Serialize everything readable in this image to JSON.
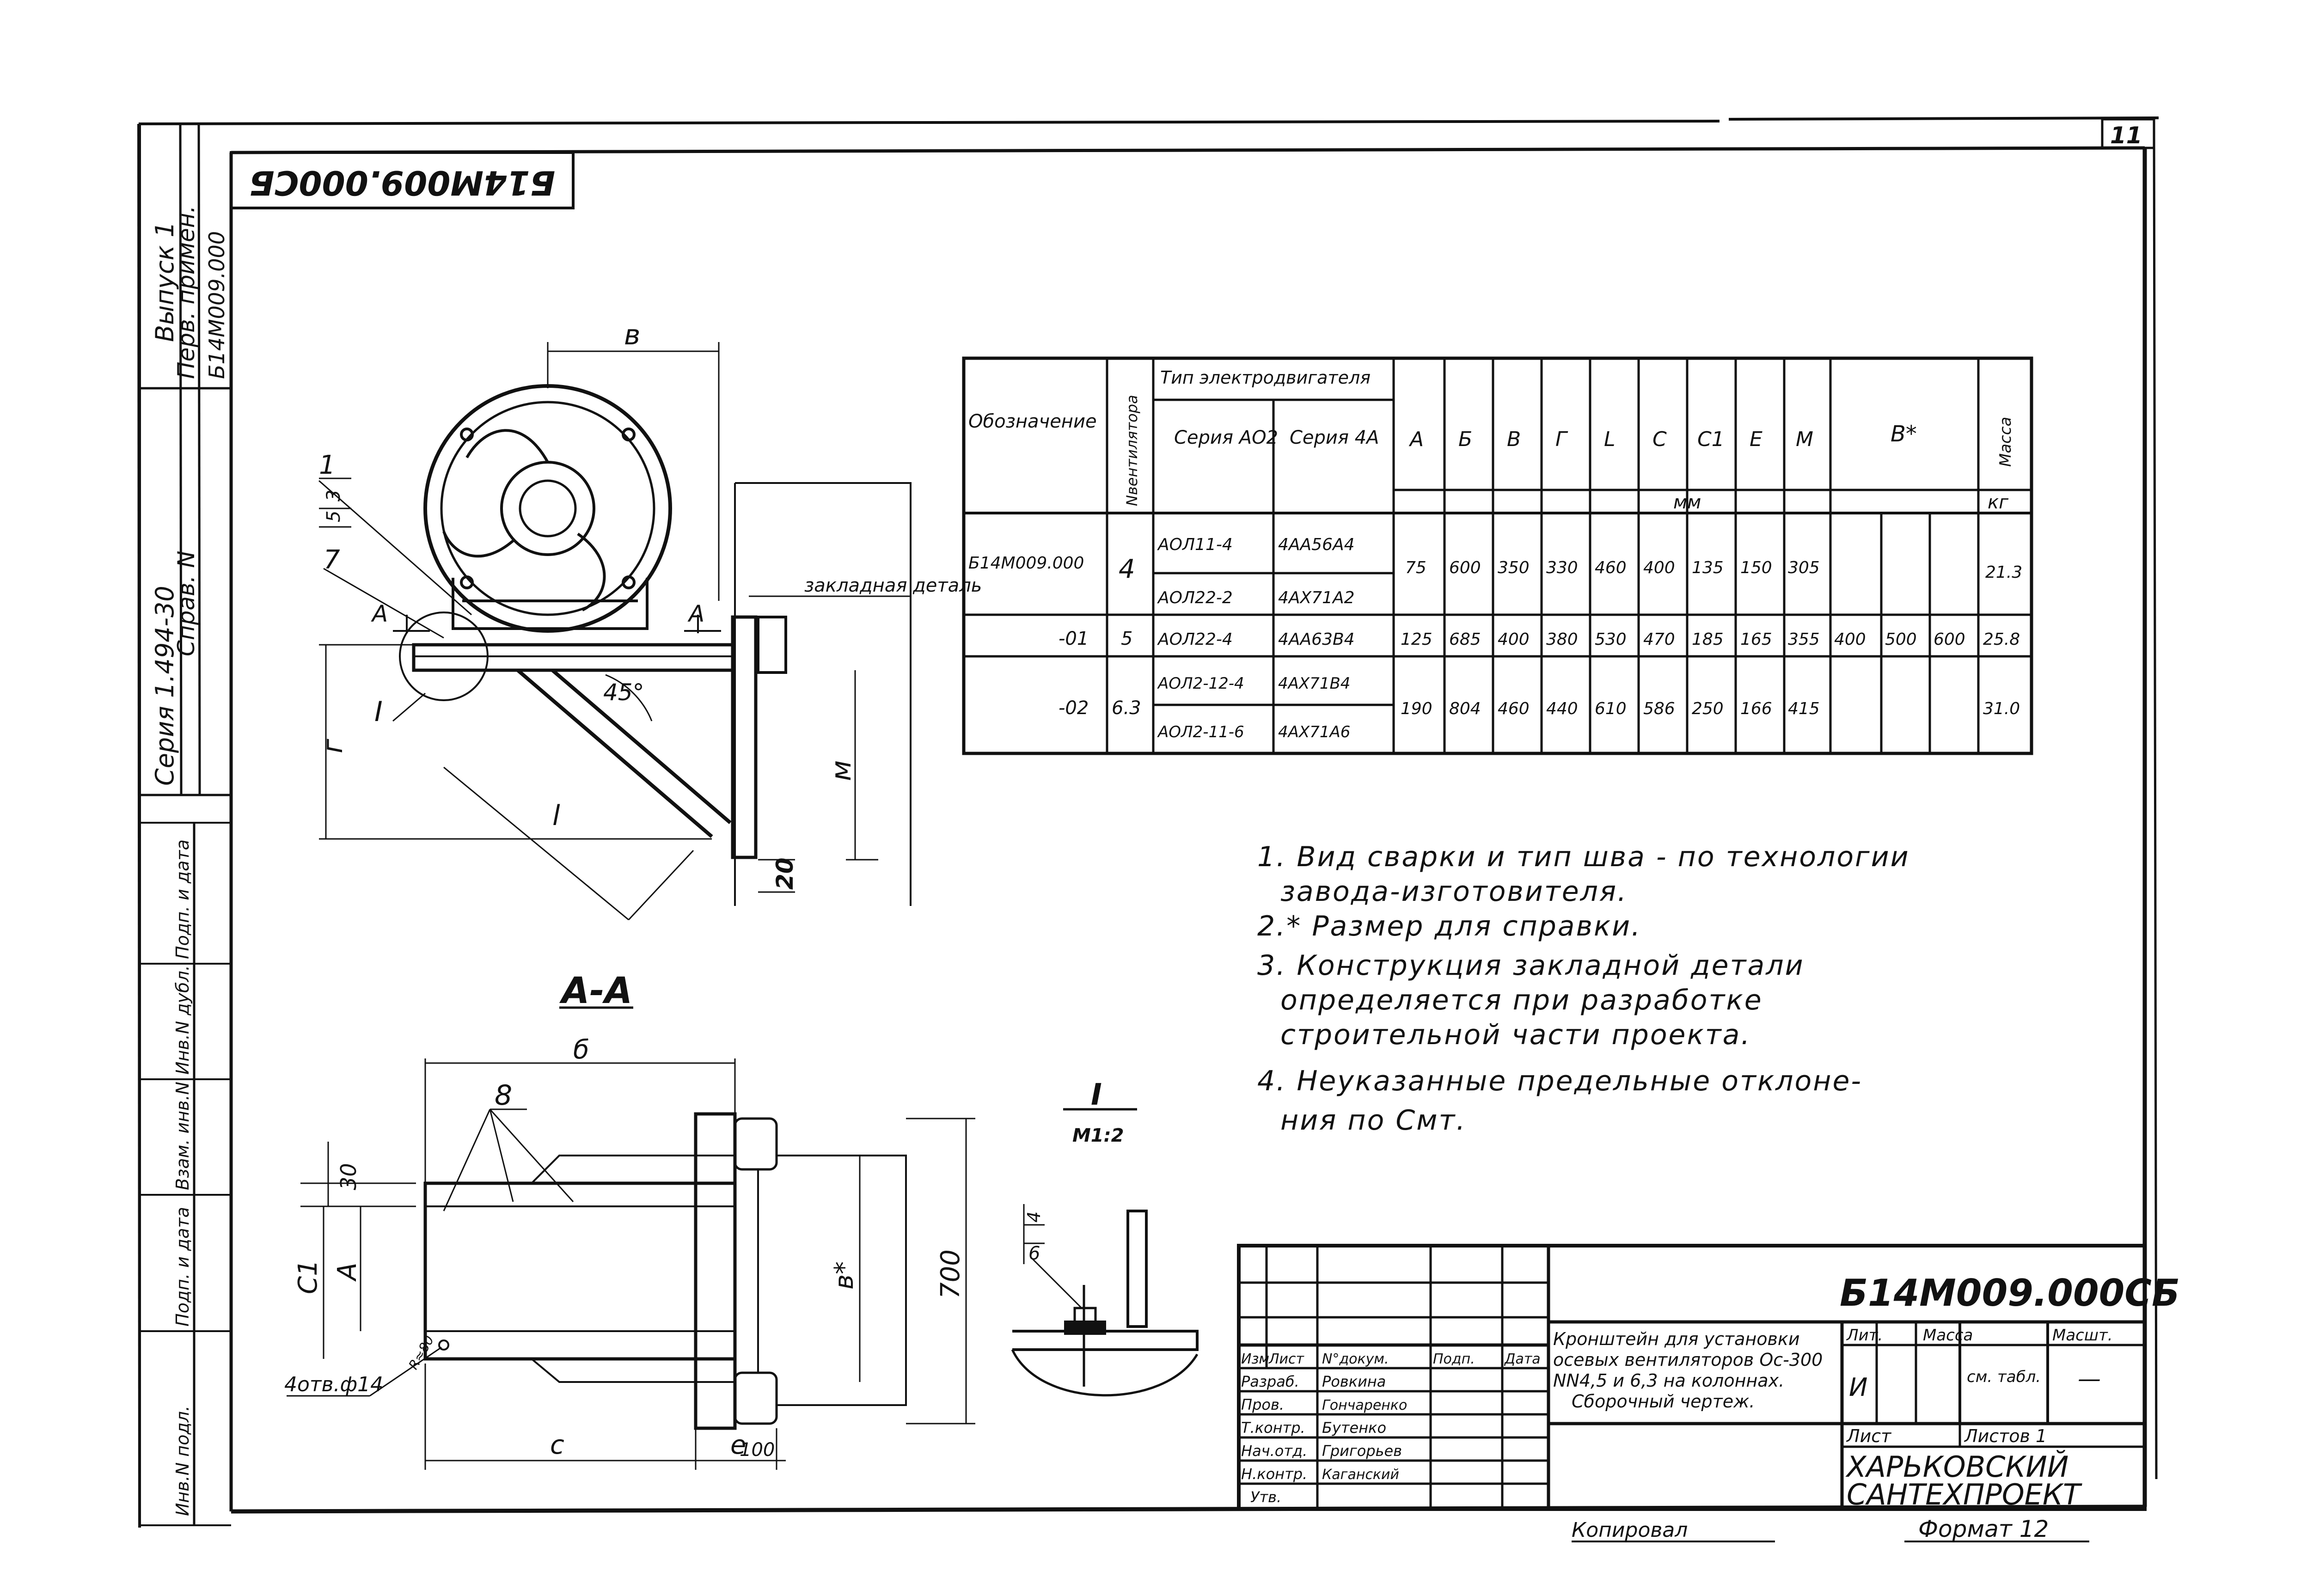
{
  "sheet_number": "11",
  "rotated_code": "Б14М009.000СБ",
  "left_strip": {
    "series": "Серия 1.494-30",
    "issue": "Выпуск 1",
    "first_used_label": "Перв. примен.",
    "first_used_value": "Б14М009.000",
    "ref_label": "Справ. N"
  },
  "left_stamp_labels": [
    "Инв.N подл.",
    "Подп. и дата",
    "Взам. инв.N",
    "Инв.N дубл.",
    "Подп. и дата"
  ],
  "drawing": {
    "dim_v": "в",
    "dim_g": "г",
    "dim_m": "м",
    "dim_l": "l",
    "dim_20": "20",
    "angle": "45°",
    "pos_1": "1",
    "pos_7": "7",
    "pos_8": "8",
    "weld_mark_a": "3",
    "weld_mark_b": "5",
    "section_mark": "А",
    "detail_mark": "I",
    "embedded_part": "закладная деталь",
    "section_title": "А-А",
    "dim_b": "б",
    "dim_30": "30",
    "dim_c1": "С1",
    "dim_a": "А",
    "dim_v_star": "в*",
    "dim_700": "700",
    "dim_c": "с",
    "dim_e": "е",
    "dim_100": "100",
    "holes": "4отв.ф14",
    "hole_tol": "R≈80",
    "detail_title": "I",
    "detail_scale": "М1:2",
    "detail_weld_a": "4",
    "detail_weld_b": "6"
  },
  "spec_table": {
    "col_designation": "Обозначение",
    "col_fan_no": "Nвентилятора",
    "col_motor_type": "Тип электродвигателя",
    "col_series_ao2": "Серия АО2",
    "col_series_4a": "Серия 4А",
    "col_dims": [
      "А",
      "Б",
      "В",
      "Г",
      "L",
      "С",
      "С1",
      "Е",
      "М"
    ],
    "col_b_star": "В*",
    "col_mass": "Масса",
    "unit_mm": "мм",
    "unit_kg": "кг",
    "rows": [
      {
        "designation": "Б14М009.000",
        "fan_no": "4",
        "ao2": [
          "АОЛ11-4",
          "АОЛ22-2"
        ],
        "a4": [
          "4АА56А4",
          "4АХ71А2"
        ],
        "dims": [
          "75",
          "600",
          "350",
          "330",
          "460",
          "400",
          "135",
          "150",
          "305"
        ],
        "mass": "21.3"
      },
      {
        "designation": "-01",
        "fan_no": "5",
        "ao2": [
          "АОЛ22-4"
        ],
        "a4": [
          "4АА63В4"
        ],
        "dims": [
          "125",
          "685",
          "400",
          "380",
          "530",
          "470",
          "185",
          "165",
          "355"
        ],
        "mass": "25.8"
      },
      {
        "designation": "-02",
        "fan_no": "6.3",
        "ao2": [
          "АОЛ2-12-4",
          "АОЛ2-11-6"
        ],
        "a4": [
          "4АХ71В4",
          "4АХ71А6"
        ],
        "dims": [
          "190",
          "804",
          "460",
          "440",
          "610",
          "586",
          "250",
          "166",
          "415"
        ],
        "mass": "31.0"
      }
    ],
    "b_star_values": [
      "400",
      "500",
      "600"
    ]
  },
  "notes": [
    "1. Вид сварки и тип шва - по технологии",
    "завода-изготовителя.",
    "2.* Размер для справки.",
    "3. Конструкция закладной детали",
    "определяется при разработке",
    "строительной части проекта.",
    "4. Неуказанные предельные отклоне-",
    "ния по Смт."
  ],
  "title_block": {
    "code": "Б14М009.000СБ",
    "description": [
      "Кронштейн для установки",
      "осевых вентиляторов Ос-300",
      "NN4,5 и 6,3 на колоннах.",
      "Сборочный чертеж."
    ],
    "header_cols": [
      "Изм",
      "Лист",
      "N°докум.",
      "Подп.",
      "Дата"
    ],
    "people": [
      {
        "role": "Разраб.",
        "name": "Ровкина"
      },
      {
        "role": "Пров.",
        "name": "Гончаренко"
      },
      {
        "role": "Т.контр.",
        "name": "Бутенко"
      },
      {
        "role": "Нач.отд.",
        "name": "Григорьев"
      },
      {
        "role": "Н.контр.",
        "name": "Каганский"
      },
      {
        "role": "Утв.",
        "name": ""
      }
    ],
    "lit_label": "Лит.",
    "mass_label": "Масса",
    "scale_label": "Масшт.",
    "lit_value": "И",
    "mass_value": "см. табл.",
    "scale_value": "—",
    "sheet_label": "Лист",
    "sheets_label": "Листов 1",
    "org_line1": "ХАРЬКОВСКИЙ",
    "org_line2": "САНТЕХПРОЕКТ"
  },
  "bottom": {
    "copied": "Копировал",
    "format": "Формат 12"
  }
}
